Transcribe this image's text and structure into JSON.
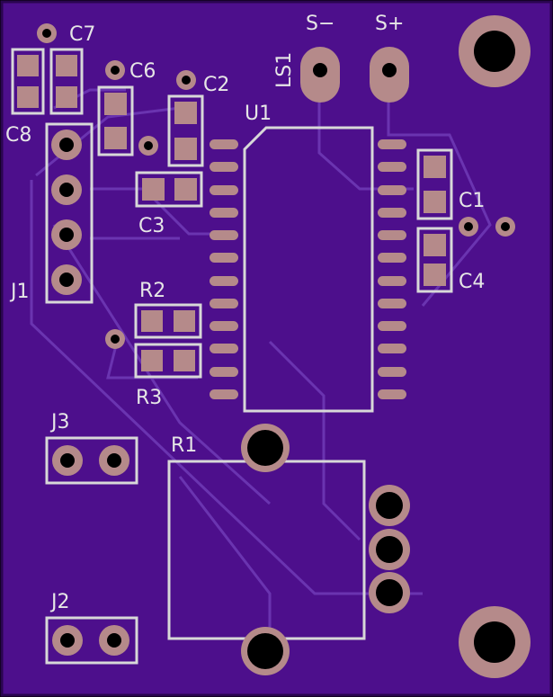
{
  "colors": {
    "board": "#4d0f8c",
    "silkscreen": "#d8d8d8",
    "copper": "#b58a8a",
    "trace": "#6a34b0",
    "drill": "#000000"
  },
  "labels": {
    "c8": "C8",
    "c7": "C7",
    "c6": "C6",
    "c2": "C2",
    "c3": "C3",
    "c1": "C1",
    "c4": "C4",
    "ls1": "LS1",
    "s_minus": "S−",
    "s_plus": "S+",
    "u1": "U1",
    "j1": "J1",
    "r2": "R2",
    "r3": "R3",
    "j3": "J3",
    "r1": "R1",
    "j2": "J2"
  }
}
